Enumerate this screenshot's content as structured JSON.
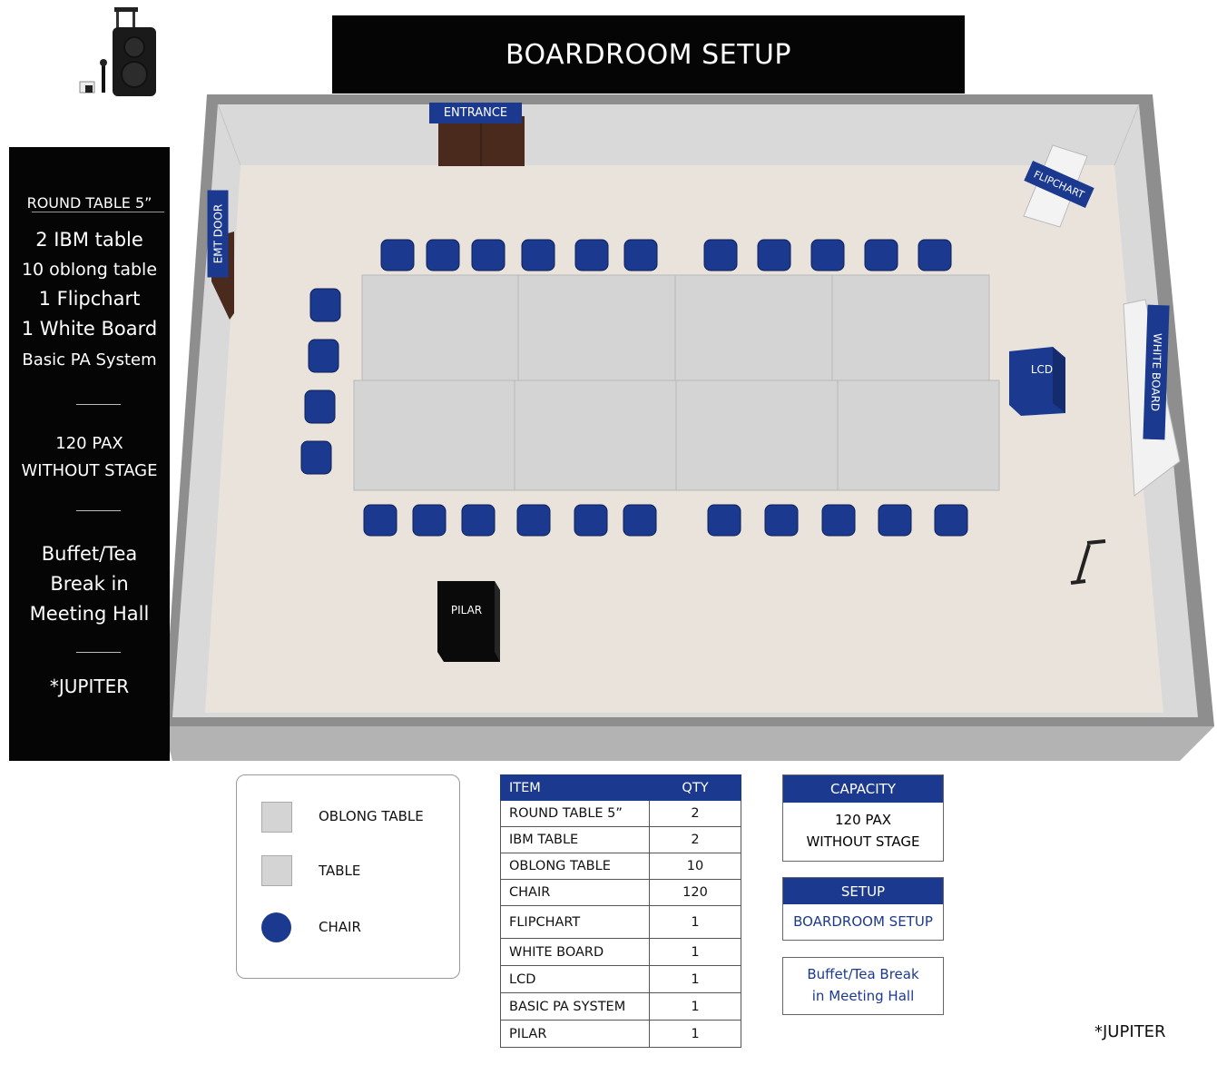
{
  "title": "BOARDROOM SETUP",
  "left_panel": {
    "heading": "ROUND TABLE 5”",
    "line1": "2 IBM table",
    "line2": "10 oblong table",
    "line3": "1 Flipchart",
    "line4": "1 White Board",
    "line5": "Basic PA System",
    "capacity_line1": "120 PAX",
    "capacity_line2": "WITHOUT STAGE",
    "buffet_line1": "Buffet/Tea",
    "buffet_line2": "Break in",
    "buffet_line3": "Meeting Hall",
    "location": "*JUPITER"
  },
  "room_labels": {
    "entrance": "ENTRANCE",
    "emt_door": "EMT DOOR",
    "flipchart": "FLIPCHART",
    "white_board": "WHITE BOARD",
    "lcd": "LCD",
    "pilar": "PILAR"
  },
  "legend": {
    "items": [
      {
        "label": "OBLONG TABLE"
      },
      {
        "label": "TABLE"
      },
      {
        "label": "CHAIR"
      }
    ],
    "colors": {
      "table": "#d4d4d4",
      "chair": "#1b3a8f"
    }
  },
  "items_table": {
    "headers": {
      "item": "ITEM",
      "qty": "QTY"
    },
    "rows": [
      {
        "item": "ROUND TABLE 5”",
        "qty": "2"
      },
      {
        "item": "IBM TABLE",
        "qty": "2"
      },
      {
        "item": "OBLONG TABLE",
        "qty": "10"
      },
      {
        "item": "CHAIR",
        "qty": "120"
      },
      {
        "item": "FLIPCHART",
        "qty": "1"
      },
      {
        "item": "WHITE BOARD",
        "qty": "1"
      },
      {
        "item": "LCD",
        "qty": "1"
      },
      {
        "item": "BASIC PA SYSTEM",
        "qty": "1"
      },
      {
        "item": "PILAR",
        "qty": "1"
      }
    ]
  },
  "capacity": {
    "heading": "CAPACITY",
    "line1": "120 PAX",
    "line2": "WITHOUT STAGE"
  },
  "setup": {
    "heading": "SETUP",
    "value": "BOARDROOM SETUP"
  },
  "buffet": {
    "line1": "Buffet/Tea Break",
    "line2": "in Meeting Hall"
  },
  "footer_location": "*JUPITER",
  "colors": {
    "accent_blue": "#1b3a8f",
    "panel_black": "#050505",
    "floor": "#e9e3dc",
    "wall": "#8e8e8e"
  }
}
